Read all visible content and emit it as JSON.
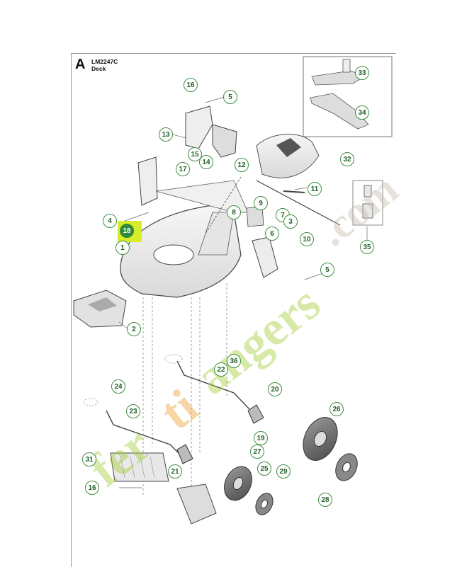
{
  "header": {
    "section_letter": "A",
    "model": "LM2247C",
    "subtitle": "Deck"
  },
  "callouts": [
    {
      "id": "c16a",
      "label": "16"
    },
    {
      "id": "c5a",
      "label": "5"
    },
    {
      "id": "c13",
      "label": "13"
    },
    {
      "id": "c15",
      "label": "15"
    },
    {
      "id": "c14",
      "label": "14"
    },
    {
      "id": "c17",
      "label": "17"
    },
    {
      "id": "c12",
      "label": "12"
    },
    {
      "id": "c11",
      "label": "11"
    },
    {
      "id": "c9",
      "label": "9"
    },
    {
      "id": "c8",
      "label": "8"
    },
    {
      "id": "c7",
      "label": "7"
    },
    {
      "id": "c3",
      "label": "3"
    },
    {
      "id": "c6",
      "label": "6"
    },
    {
      "id": "c10",
      "label": "10"
    },
    {
      "id": "c4",
      "label": "4"
    },
    {
      "id": "c1",
      "label": "1"
    },
    {
      "id": "c5b",
      "label": "5"
    },
    {
      "id": "c2",
      "label": "2"
    },
    {
      "id": "c22",
      "label": "22"
    },
    {
      "id": "c36",
      "label": "36"
    },
    {
      "id": "c24",
      "label": "24"
    },
    {
      "id": "c20",
      "label": "20"
    },
    {
      "id": "c23",
      "label": "23"
    },
    {
      "id": "c26",
      "label": "26"
    },
    {
      "id": "c19",
      "label": "19"
    },
    {
      "id": "c27",
      "label": "27"
    },
    {
      "id": "c31",
      "label": "31"
    },
    {
      "id": "c21",
      "label": "21"
    },
    {
      "id": "c25",
      "label": "25"
    },
    {
      "id": "c29",
      "label": "29"
    },
    {
      "id": "c16b",
      "label": "16"
    },
    {
      "id": "c28",
      "label": "28"
    },
    {
      "id": "c33",
      "label": "33"
    },
    {
      "id": "c34",
      "label": "34"
    },
    {
      "id": "c32",
      "label": "32"
    },
    {
      "id": "c35",
      "label": "35"
    }
  ],
  "highlighted_callout": "18",
  "watermark": {
    "text": "fertiangers.com",
    "colors": [
      "#a6cf3a",
      "#f0a23a",
      "#c8bfae"
    ]
  },
  "colors": {
    "callout_border": "#3e8e41",
    "highlight": "#d9ec2a",
    "highlight_fill": "#2f8a3a"
  }
}
